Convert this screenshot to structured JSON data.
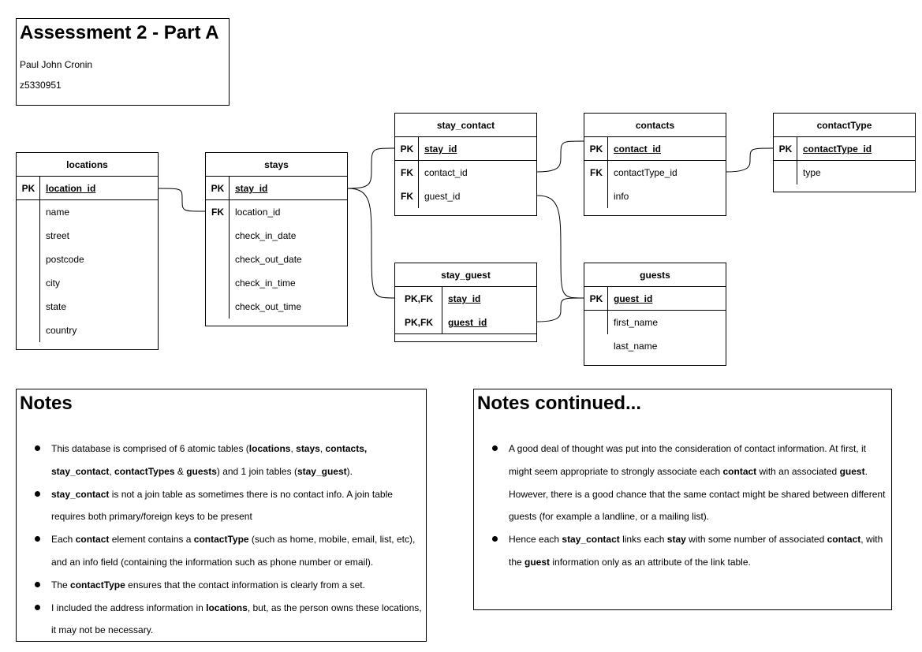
{
  "title_box": {
    "title": "Assessment 2 - Part A",
    "author": "Paul John Cronin",
    "student_id": "z5330951"
  },
  "tables": {
    "locations": {
      "name": "locations",
      "pk": {
        "key": "PK",
        "field": "location_id"
      },
      "fields": [
        {
          "key": "",
          "field": "name"
        },
        {
          "key": "",
          "field": "street"
        },
        {
          "key": "",
          "field": "postcode"
        },
        {
          "key": "",
          "field": "city"
        },
        {
          "key": "",
          "field": "state"
        },
        {
          "key": "",
          "field": "country"
        }
      ]
    },
    "stays": {
      "name": "stays",
      "pk": {
        "key": "PK",
        "field": "stay_id"
      },
      "fields": [
        {
          "key": "FK",
          "field": "location_id"
        },
        {
          "key": "",
          "field": "check_in_date"
        },
        {
          "key": "",
          "field": "check_out_date"
        },
        {
          "key": "",
          "field": "check_in_time"
        },
        {
          "key": "",
          "field": "check_out_time"
        }
      ]
    },
    "stay_contact": {
      "name": "stay_contact",
      "pk": {
        "key": "PK",
        "field": "stay_id"
      },
      "fields": [
        {
          "key": "FK",
          "field": "contact_id"
        },
        {
          "key": "FK",
          "field": "guest_id"
        }
      ]
    },
    "contacts": {
      "name": "contacts",
      "pk": {
        "key": "PK",
        "field": "contact_id"
      },
      "fields": [
        {
          "key": "FK",
          "field": "contactType_id"
        },
        {
          "key": "",
          "field": "info"
        }
      ]
    },
    "contactType": {
      "name": "contactType",
      "pk": {
        "key": "PK",
        "field": "contactType_id"
      },
      "fields": [
        {
          "key": "",
          "field": "type"
        }
      ]
    },
    "stay_guest": {
      "name": "stay_guest",
      "keys": [
        {
          "key": "PK,FK",
          "field": "stay_id"
        },
        {
          "key": "PK,FK",
          "field": "guest_id"
        }
      ]
    },
    "guests": {
      "name": "guests",
      "pk": {
        "key": "PK",
        "field": "guest_id"
      },
      "fields": [
        {
          "key": "",
          "field": "first_name"
        },
        {
          "key": "",
          "field": "last_name"
        }
      ]
    }
  },
  "notes": {
    "heading": "Notes",
    "items": [
      [
        {
          "t": "This database is comprised of 6 atomic tables ("
        },
        {
          "t": "locations",
          "b": true
        },
        {
          "t": ", "
        },
        {
          "t": "stays",
          "b": true
        },
        {
          "t": ", "
        },
        {
          "t": "contacts,",
          "b": true
        },
        {
          "t": " "
        },
        {
          "t": "stay_contact",
          "b": true
        },
        {
          "t": ", "
        },
        {
          "t": "contactTypes",
          "b": true
        },
        {
          "t": " & "
        },
        {
          "t": "guests",
          "b": true
        },
        {
          "t": ") and 1 join tables ("
        },
        {
          "t": "stay_guest",
          "b": true
        },
        {
          "t": ")."
        }
      ],
      [
        {
          "t": "stay_contact",
          "b": true
        },
        {
          "t": " is not a join table as sometimes there is no contact info.  A join table requires both primary/foreign keys to be present"
        }
      ],
      [
        {
          "t": "Each "
        },
        {
          "t": "contact",
          "b": true
        },
        {
          "t": " element contains a "
        },
        {
          "t": "contactType",
          "b": true
        },
        {
          "t": " (such as home, mobile, email, list, etc), and an info field (containing the information such as phone number or email)."
        }
      ],
      [
        {
          "t": "The "
        },
        {
          "t": "contactType",
          "b": true
        },
        {
          "t": " ensures that the contact information is clearly from a set."
        }
      ],
      [
        {
          "t": "I included the address information in "
        },
        {
          "t": "locations",
          "b": true
        },
        {
          "t": ", but, as the person owns these locations, it may not be necessary."
        }
      ]
    ]
  },
  "notes_continued": {
    "heading": "Notes continued...",
    "items": [
      [
        {
          "t": "A good deal of thought was put into the consideration of contact information.  At first, it might seem appropriate to strongly associate each "
        },
        {
          "t": "contact",
          "b": true
        },
        {
          "t": " with an associated "
        },
        {
          "t": "guest",
          "b": true
        },
        {
          "t": ".  However, there is a good chance that the same contact might be shared between different guests (for example a landline, or a mailing list)."
        }
      ],
      [
        {
          "t": "Hence each "
        },
        {
          "t": "stay_contact",
          "b": true
        },
        {
          "t": " links each "
        },
        {
          "t": "stay",
          "b": true
        },
        {
          "t": " with some number of associated "
        },
        {
          "t": "contact",
          "b": true
        },
        {
          "t": ", with the "
        },
        {
          "t": "guest",
          "b": true
        },
        {
          "t": " information only as an attribute of the link table."
        }
      ]
    ]
  }
}
